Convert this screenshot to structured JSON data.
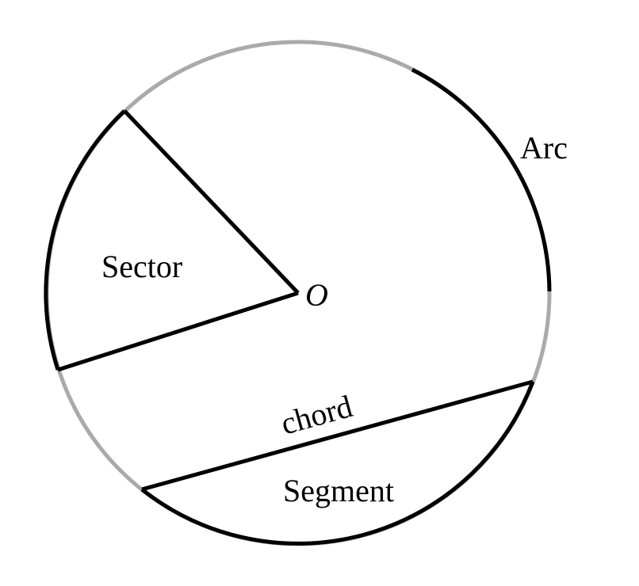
{
  "labels": {
    "arc": "Arc",
    "sector": "Sector",
    "center": "O",
    "chord": "chord",
    "segment": "Segment"
  },
  "colors": {
    "circle_faint": "#aaaaaa",
    "stroke": "#000000",
    "background": "#ffffff"
  }
}
